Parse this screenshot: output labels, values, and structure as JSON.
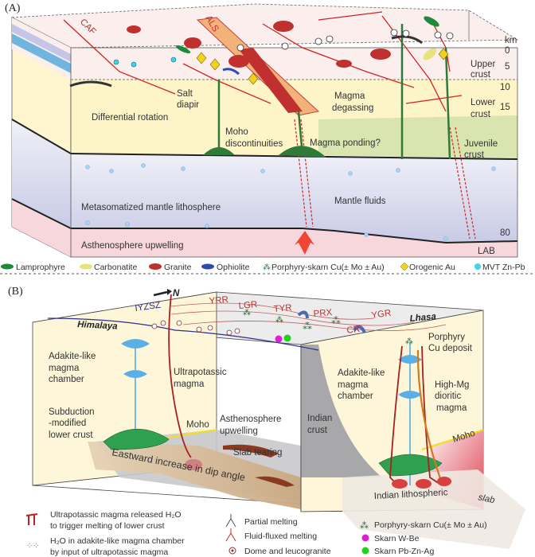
{
  "panel_a": {
    "label": "(A)",
    "faults": {
      "caf": "CAF",
      "als": "ALS"
    },
    "labels": {
      "salt_diapir": [
        "Salt",
        "diapir"
      ],
      "differential_rotation": "Differential rotation",
      "magma_degassing": [
        "Magma",
        "degassing"
      ],
      "moho_discontinuities": [
        "Moho",
        "discontinuities"
      ],
      "magma_ponding": "Magma ponding?",
      "mantle_fluids": "Mantle fluids",
      "metasomatized_mantle": "Metasomatized mantle lithosphere",
      "asthenosphere_upwelling": "Asthenosphere upwelling"
    },
    "layers": {
      "upper_crust": [
        "Upper",
        "crust"
      ],
      "lower_crust": [
        "Lower",
        "crust"
      ],
      "juvenile_crust": [
        "Juvenile",
        "crust"
      ],
      "lab": "LAB"
    },
    "depth_scale": {
      "unit": "km",
      "ticks": [
        "0",
        "5",
        "10",
        "15",
        "80"
      ]
    },
    "legend": [
      {
        "label": "Lamprophyre",
        "color": "#1f8a3a"
      },
      {
        "label": "Carbonatite",
        "color": "#e6e37a"
      },
      {
        "label": "Granite",
        "color": "#c0302e"
      },
      {
        "label": "Ophiolite",
        "color": "#2d4bb0"
      },
      {
        "label": "Porphyry-skarn Cu(± Mo ± Au)",
        "color": "#2f7a3a"
      },
      {
        "label": "Orogenic Au",
        "color": "#f2d21b"
      },
      {
        "label": "MVT Zn-Pb",
        "color": "#3fd6e6"
      }
    ]
  },
  "panel_b": {
    "label": "(B)",
    "north": "N",
    "sutures": {
      "iyzsz": "IYZSZ",
      "yrr": "YRR",
      "lgr": "LGR",
      "tyr": "TYR",
      "prx": "PRX",
      "ygr": "YGR",
      "cr": "CR"
    },
    "terranes": {
      "himalaya": "Himalaya",
      "lhasa": "Lhasa"
    },
    "labels": {
      "adakite_left": [
        "Adakite-like",
        "magma",
        "chamber"
      ],
      "ultrapotassic": [
        "Ultrapotassic",
        "magma"
      ],
      "subduction_modified": [
        "Subduction",
        "-modified",
        "lower crust"
      ],
      "moho_left": "Moho",
      "asthenosphere": [
        "Asthenosphere",
        "upwelling"
      ],
      "slab_tearing": "Slab tearing",
      "eastward": "Eastward increase in dip angle",
      "indian_crust": [
        "Indian",
        "crust"
      ],
      "porphyry": [
        "Porphyry",
        "Cu deposit"
      ],
      "adakite_right": [
        "Adakite-like",
        "magma",
        "chamber"
      ],
      "high_mg": [
        "High-Mg",
        "dioritic",
        "magma"
      ],
      "moho_right": "Moho",
      "indian_slab": "Indian lithospheric",
      "slab": "slab"
    },
    "legend": {
      "ultrapotassic_h2o": [
        "Ultrapotassic magma released H₂O",
        "to trigger melting of lower crust"
      ],
      "h2o_adakite": [
        "H₂O in adakite-like magma chamber",
        "by input of ultrapotassic magma"
      ],
      "partial_melting": "Partial melting",
      "fluid_fluxed": "Fluid-fluxed melting",
      "dome": "Dome and leucogranite",
      "porphyry_skarn": "Porphyry-skarn Cu(± Mo ± Au)",
      "skarn_wbe": {
        "label": "Skarn W-Be",
        "color": "#e020d0"
      },
      "skarn_pbznag": {
        "label": "Skarn Pb-Zn-Ag",
        "color": "#22d022"
      }
    }
  }
}
